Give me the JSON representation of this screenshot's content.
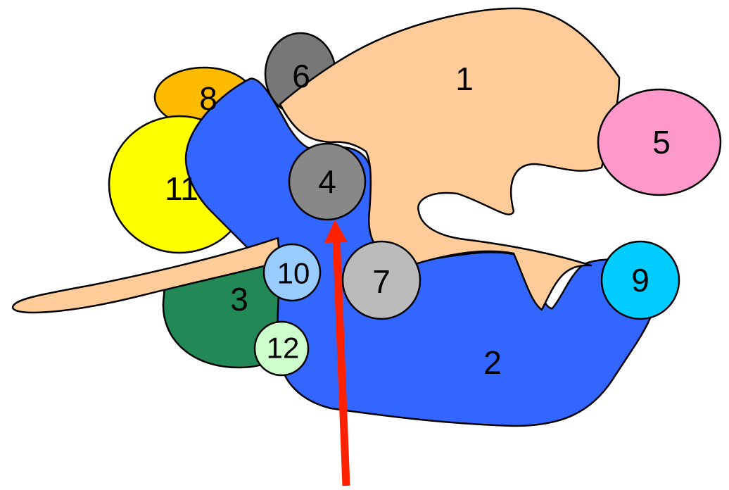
{
  "colors": {
    "region_1": "#FFCC99",
    "region_2": "#3366FF",
    "region_3": "#228855",
    "region_4": "#888888",
    "region_5": "#FF99CC",
    "region_6": "#777777",
    "region_7": "#BBBBBB",
    "region_8": "#FFBB00",
    "region_9": "#00CCFF",
    "region_10": "#99CCFF",
    "region_11": "#FFFF00",
    "region_12": "#CCFFCC",
    "arrow": "#FF2200"
  },
  "labels": {
    "r1": "1",
    "r2": "2",
    "r3": "3",
    "r4": "4",
    "r5": "5",
    "r6": "6",
    "r7": "7",
    "r8": "8",
    "r9": "9",
    "r10": "10",
    "r11": "11",
    "r12": "12"
  },
  "arrow_target": "4"
}
